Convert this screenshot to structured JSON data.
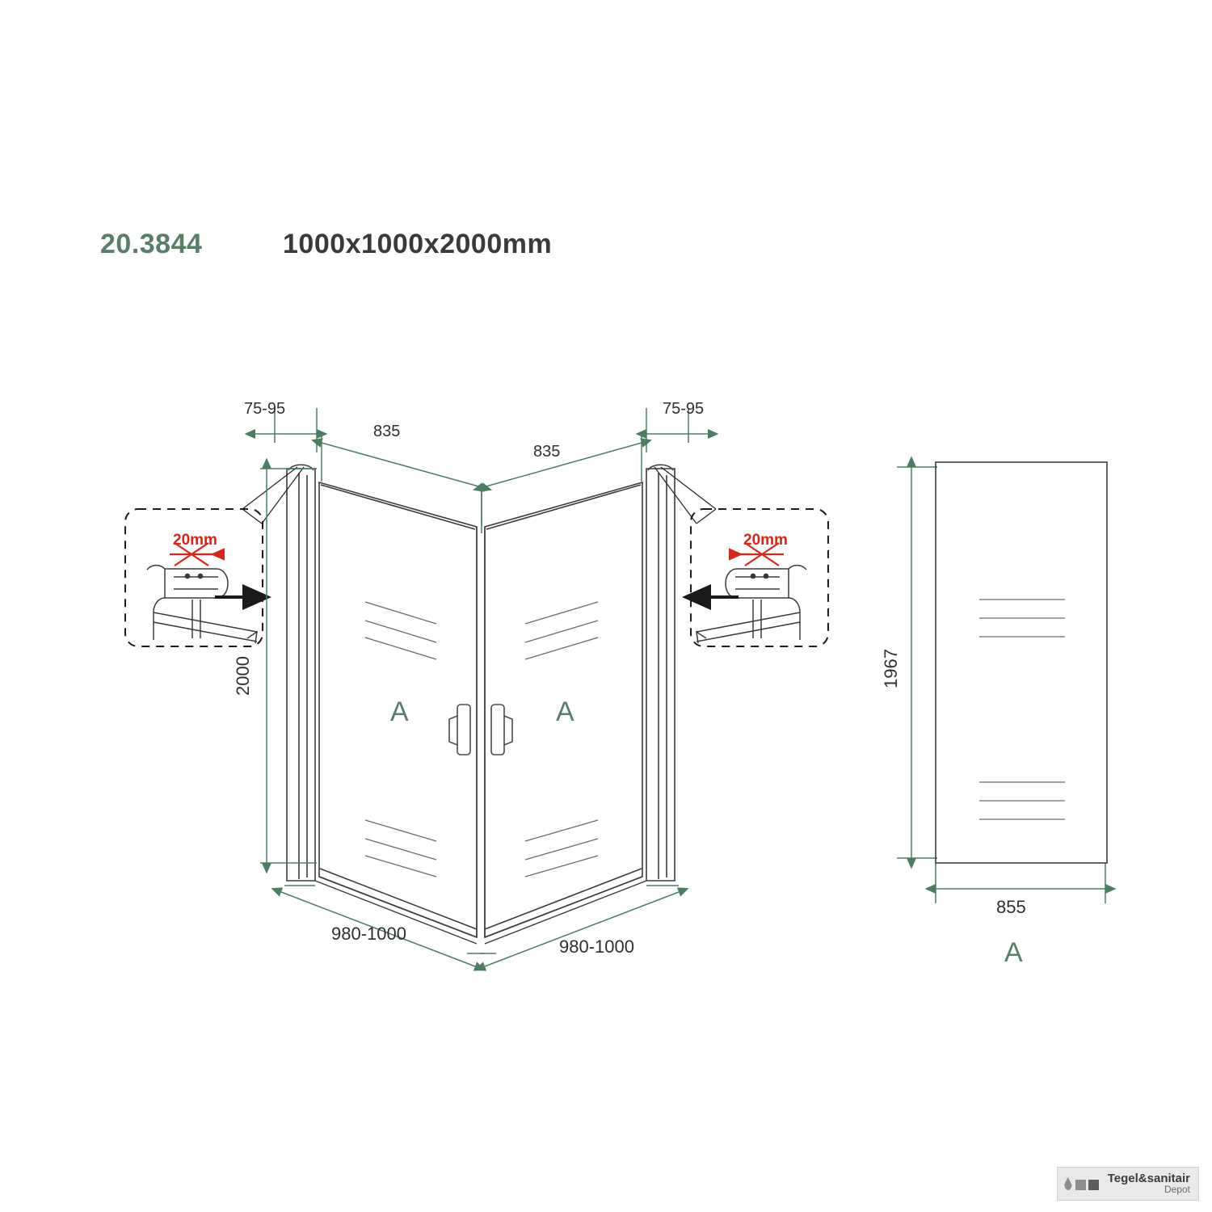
{
  "header": {
    "product_code": "20.3844",
    "product_dimensions": "1000x1000x2000mm"
  },
  "labels": {
    "adjust_left": "75-95",
    "adjust_right": "75-95",
    "panel_width_left": "835",
    "panel_width_right": "835",
    "height_2000": "2000",
    "floor_left": "980-1000",
    "floor_right": "980-1000",
    "glass_a_left": "A",
    "glass_a_right": "A",
    "detail_left_20mm": "20mm",
    "detail_right_20mm": "20mm",
    "side_height": "1967",
    "side_width": "855",
    "side_label": "A"
  },
  "footer": {
    "brand_line1": "Tegel&sanitair",
    "brand_line2": "Depot"
  },
  "colors": {
    "accent_green": "#5a7d6a",
    "dimension_green": "#4e7c63",
    "red": "#cf2a20",
    "line_dark": "#3b3b3b"
  }
}
